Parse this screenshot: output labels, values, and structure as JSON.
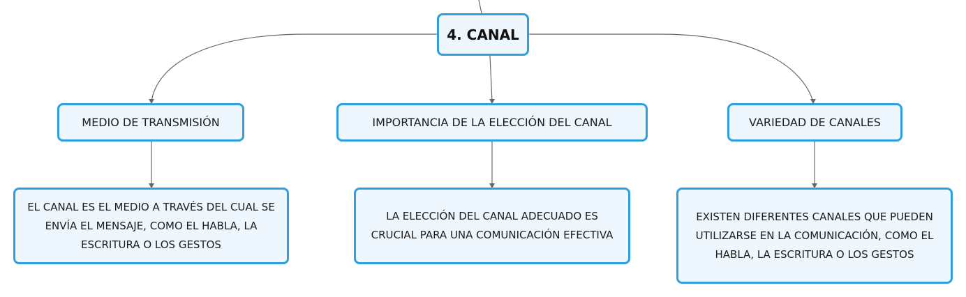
{
  "diagram": {
    "root": {
      "label": "4. CANAL"
    },
    "topics": [
      {
        "label": "MEDIO DE TRANSMISIÓN",
        "detail": "EL CANAL ES EL MEDIO A TRAVÉS DEL CUAL SE ENVÍA EL MENSAJE, COMO EL HABLA, LA ESCRITURA O LOS GESTOS"
      },
      {
        "label": "IMPORTANCIA DE LA ELECCIÓN DEL CANAL",
        "detail": "LA ELECCIÓN DEL CANAL ADECUADO ES CRUCIAL PARA UNA COMUNICACIÓN EFECTIVA"
      },
      {
        "label": "VARIEDAD DE CANALES",
        "detail": "EXISTEN DIFERENTES CANALES QUE PUEDEN UTILIZARSE EN LA COMUNICACIÓN, COMO EL HABLA, LA ESCRITURA O LOS GESTOS"
      }
    ],
    "colors": {
      "node_border": "#2f9fe0",
      "node_fill": "#eef7fd",
      "connector": "#666666"
    }
  }
}
